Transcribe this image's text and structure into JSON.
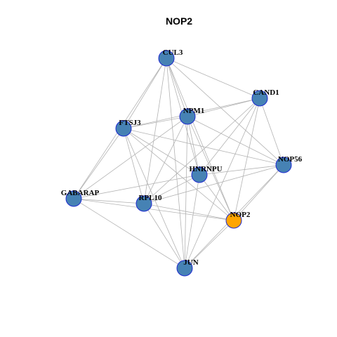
{
  "title": "NOP2",
  "colors": {
    "node_default": "#4682b4",
    "node_highlight": "#ffa500",
    "node_border": "#1f2bd0",
    "edge": "#b3b3b3"
  },
  "network": {
    "nodes": [
      {
        "id": "CUL3",
        "label": "CUL3",
        "highlight": false
      },
      {
        "id": "CAND1",
        "label": "CAND1",
        "highlight": false
      },
      {
        "id": "NPM1",
        "label": "NPM1",
        "highlight": false
      },
      {
        "id": "FTSJ3",
        "label": "FTSJ3",
        "highlight": false
      },
      {
        "id": "NOP56",
        "label": "NOP56",
        "highlight": false
      },
      {
        "id": "HNRNPU",
        "label": "HNRNPU",
        "highlight": false
      },
      {
        "id": "GABARAP",
        "label": "GABARAP",
        "highlight": false
      },
      {
        "id": "RPL10",
        "label": "RPL10",
        "highlight": false
      },
      {
        "id": "NOP2",
        "label": "NOP2",
        "highlight": true
      },
      {
        "id": "JUN",
        "label": "JUN",
        "highlight": false
      }
    ],
    "edges": [
      [
        "CUL3",
        "CAND1"
      ],
      [
        "CUL3",
        "NPM1"
      ],
      [
        "CUL3",
        "FTSJ3"
      ],
      [
        "CUL3",
        "NOP56"
      ],
      [
        "CUL3",
        "HNRNPU"
      ],
      [
        "CUL3",
        "GABARAP"
      ],
      [
        "CUL3",
        "RPL10"
      ],
      [
        "CUL3",
        "NOP2"
      ],
      [
        "CUL3",
        "JUN"
      ],
      [
        "CAND1",
        "NPM1"
      ],
      [
        "CAND1",
        "FTSJ3"
      ],
      [
        "CAND1",
        "NOP56"
      ],
      [
        "CAND1",
        "HNRNPU"
      ],
      [
        "CAND1",
        "RPL10"
      ],
      [
        "CAND1",
        "NOP2"
      ],
      [
        "CAND1",
        "JUN"
      ],
      [
        "NPM1",
        "FTSJ3"
      ],
      [
        "NPM1",
        "NOP56"
      ],
      [
        "NPM1",
        "HNRNPU"
      ],
      [
        "NPM1",
        "GABARAP"
      ],
      [
        "NPM1",
        "RPL10"
      ],
      [
        "NPM1",
        "NOP2"
      ],
      [
        "NPM1",
        "JUN"
      ],
      [
        "FTSJ3",
        "NOP56"
      ],
      [
        "FTSJ3",
        "HNRNPU"
      ],
      [
        "FTSJ3",
        "GABARAP"
      ],
      [
        "FTSJ3",
        "RPL10"
      ],
      [
        "FTSJ3",
        "NOP2"
      ],
      [
        "FTSJ3",
        "JUN"
      ],
      [
        "NOP56",
        "HNRNPU"
      ],
      [
        "NOP56",
        "RPL10"
      ],
      [
        "NOP56",
        "NOP2"
      ],
      [
        "NOP56",
        "JUN"
      ],
      [
        "HNRNPU",
        "GABARAP"
      ],
      [
        "HNRNPU",
        "RPL10"
      ],
      [
        "HNRNPU",
        "NOP2"
      ],
      [
        "HNRNPU",
        "JUN"
      ],
      [
        "GABARAP",
        "RPL10"
      ],
      [
        "GABARAP",
        "NOP2"
      ],
      [
        "GABARAP",
        "JUN"
      ],
      [
        "RPL10",
        "NOP2"
      ],
      [
        "RPL10",
        "JUN"
      ],
      [
        "NOP2",
        "JUN"
      ]
    ]
  }
}
